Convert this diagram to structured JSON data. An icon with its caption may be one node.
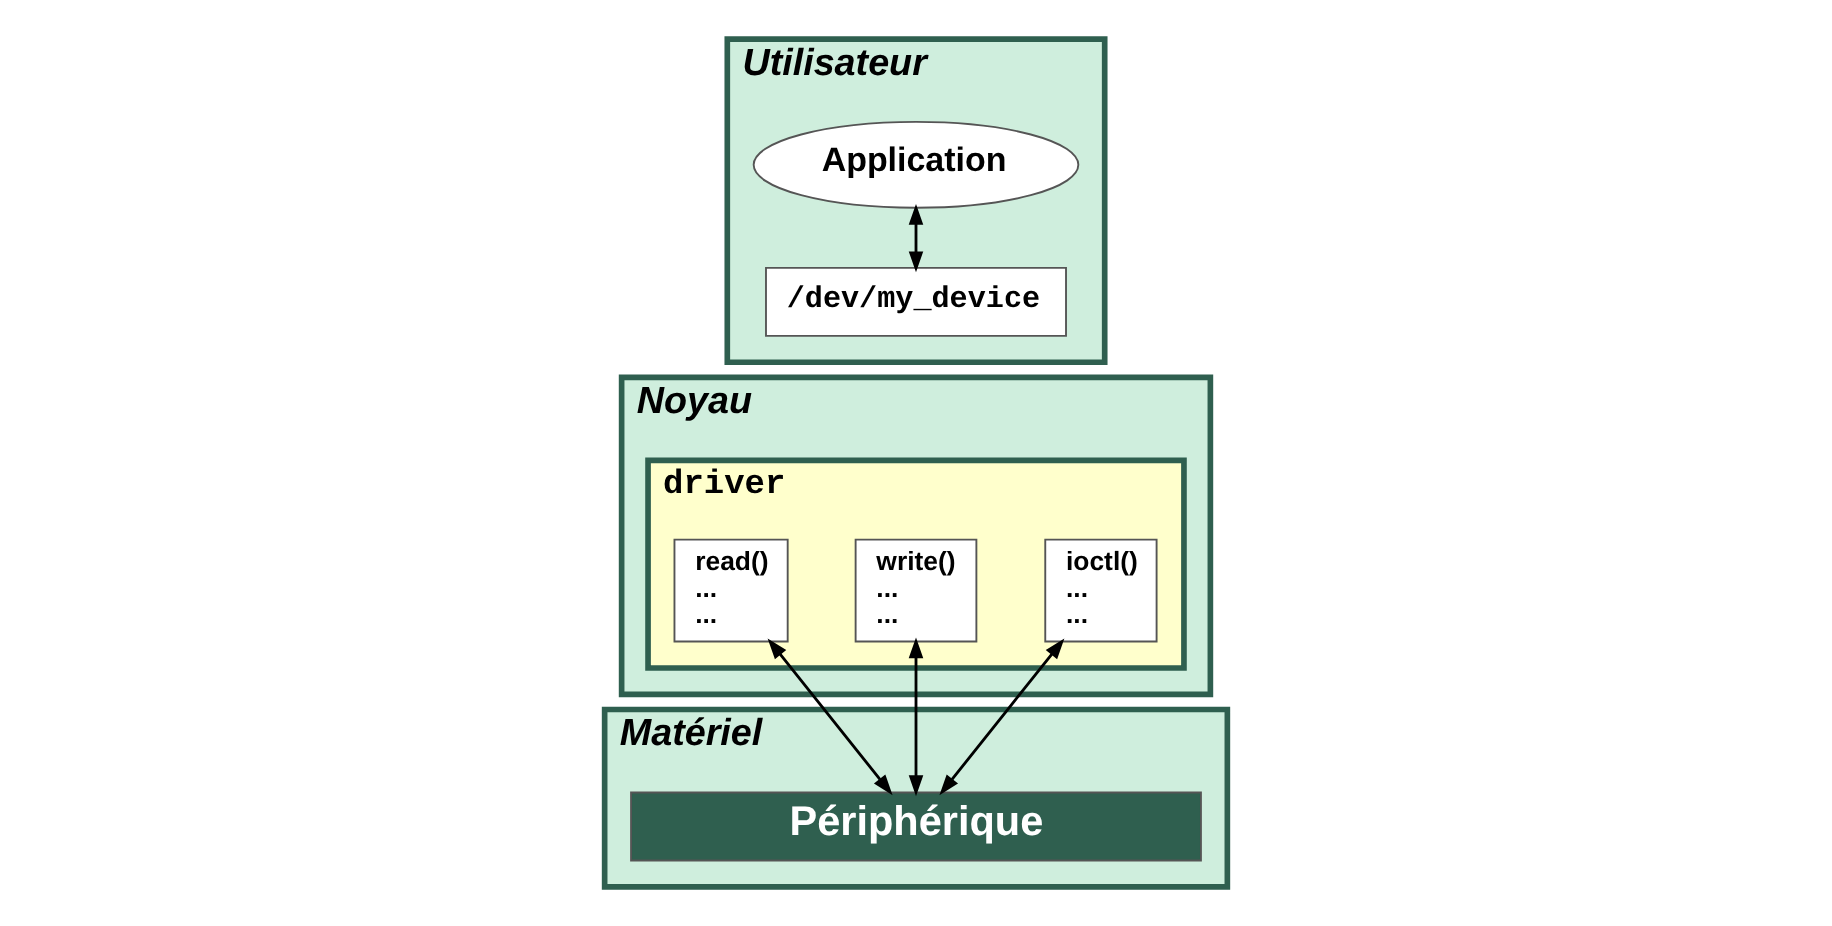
{
  "diagram": {
    "nodes": [
      {
        "text": [
          "Utilisateur"
        ]
      },
      {
        "text": [
          "Application"
        ],
        "in": 0
      },
      {
        "text": [
          "/dev/my_device"
        ],
        "in": 0
      },
      {
        "text": [
          "Noyau"
        ]
      },
      {
        "text": [
          "driver"
        ],
        "in": 3
      },
      {
        "text": [
          "read()",
          "...",
          "..."
        ],
        "in": 4
      },
      {
        "text": [
          "write()",
          "...",
          "..."
        ],
        "in": 4
      },
      {
        "text": [
          "ioctl()",
          "...",
          "..."
        ],
        "in": 4
      },
      {
        "text": [
          "Matériel"
        ]
      },
      {
        "text": [
          "Périphérique"
        ],
        "in": 8
      }
    ],
    "edges": [
      {
        "from": 1,
        "to": 2,
        "arrow": "both"
      },
      {
        "from": 5,
        "to": 9,
        "arrow": "both"
      },
      {
        "from": 6,
        "to": 9,
        "arrow": "both"
      },
      {
        "from": 7,
        "to": 9,
        "arrow": "both"
      }
    ]
  }
}
